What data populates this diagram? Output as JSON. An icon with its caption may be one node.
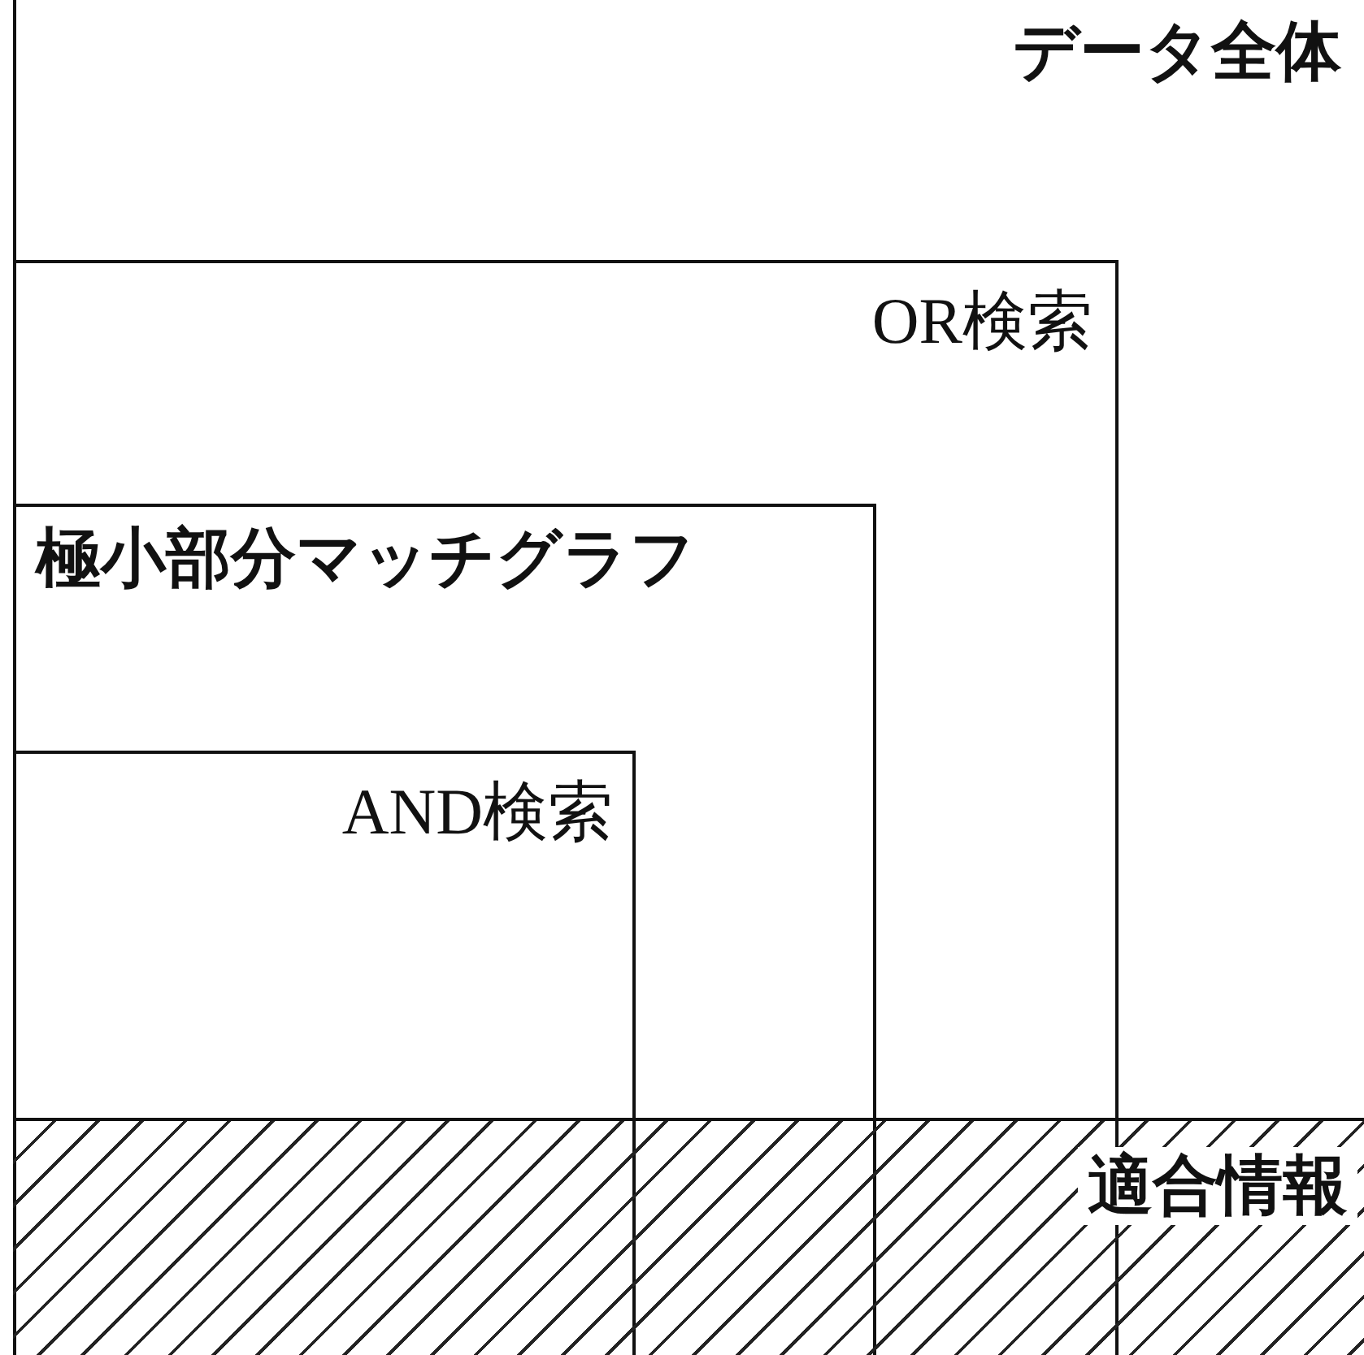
{
  "diagram": {
    "nodes": [
      {
        "text": [
          "データ全体"
        ]
      },
      {
        "text": [
          "OR検索"
        ],
        "in": 0
      },
      {
        "text": [
          "極小部分マッチグラフ"
        ],
        "in": 1
      },
      {
        "text": [
          "AND検索"
        ],
        "in": 2
      },
      {
        "text": [
          "適合情報"
        ],
        "in": 0
      }
    ]
  }
}
